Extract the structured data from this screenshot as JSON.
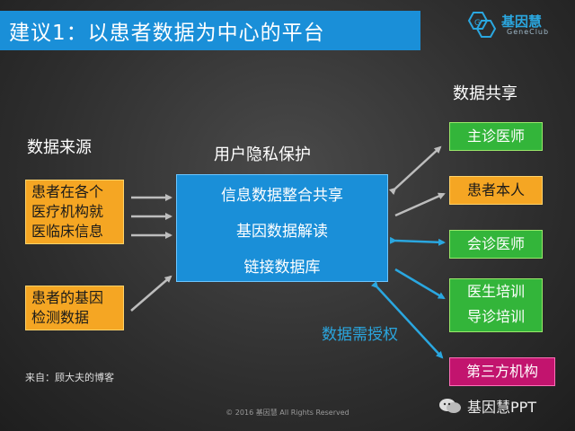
{
  "title": "建议1：以患者数据为中心的平台",
  "logo": {
    "name": "基因慧",
    "sub": "GeneClub"
  },
  "headings": {
    "data_sources": "数据来源",
    "privacy": "用户隐私保护",
    "data_sharing": "数据共享",
    "authorization": "数据需授权"
  },
  "sources": [
    "患者在各个医疗机构就医临床信息",
    "患者的基因检测数据"
  ],
  "sources_lines": [
    [
      "患者在各个",
      "医疗机构就",
      "医临床信息"
    ],
    [
      "患者的基因",
      "检测数据"
    ]
  ],
  "center": {
    "lines": [
      "信息数据整合共享",
      "基因数据解读",
      "链接数据库"
    ]
  },
  "sharing": {
    "primary_doctor": "主诊医师",
    "patient": "患者本人",
    "consult_doctor": "会诊医师",
    "training_1": "医生培训",
    "training_2": "导诊培训",
    "third_party": "第三方机构"
  },
  "credit": "来自：顾大夫的博客",
  "wechat_name": "基因慧PPT",
  "footer": "© 2016 基因慧 All Rights Reserved",
  "colors": {
    "blue": "#1a8fd8",
    "orange": "#f5a623",
    "green": "#33b53a",
    "purple": "#c2146e",
    "grey_arrow": "#bdbdbd",
    "blue_arrow": "#2aa7e0"
  }
}
